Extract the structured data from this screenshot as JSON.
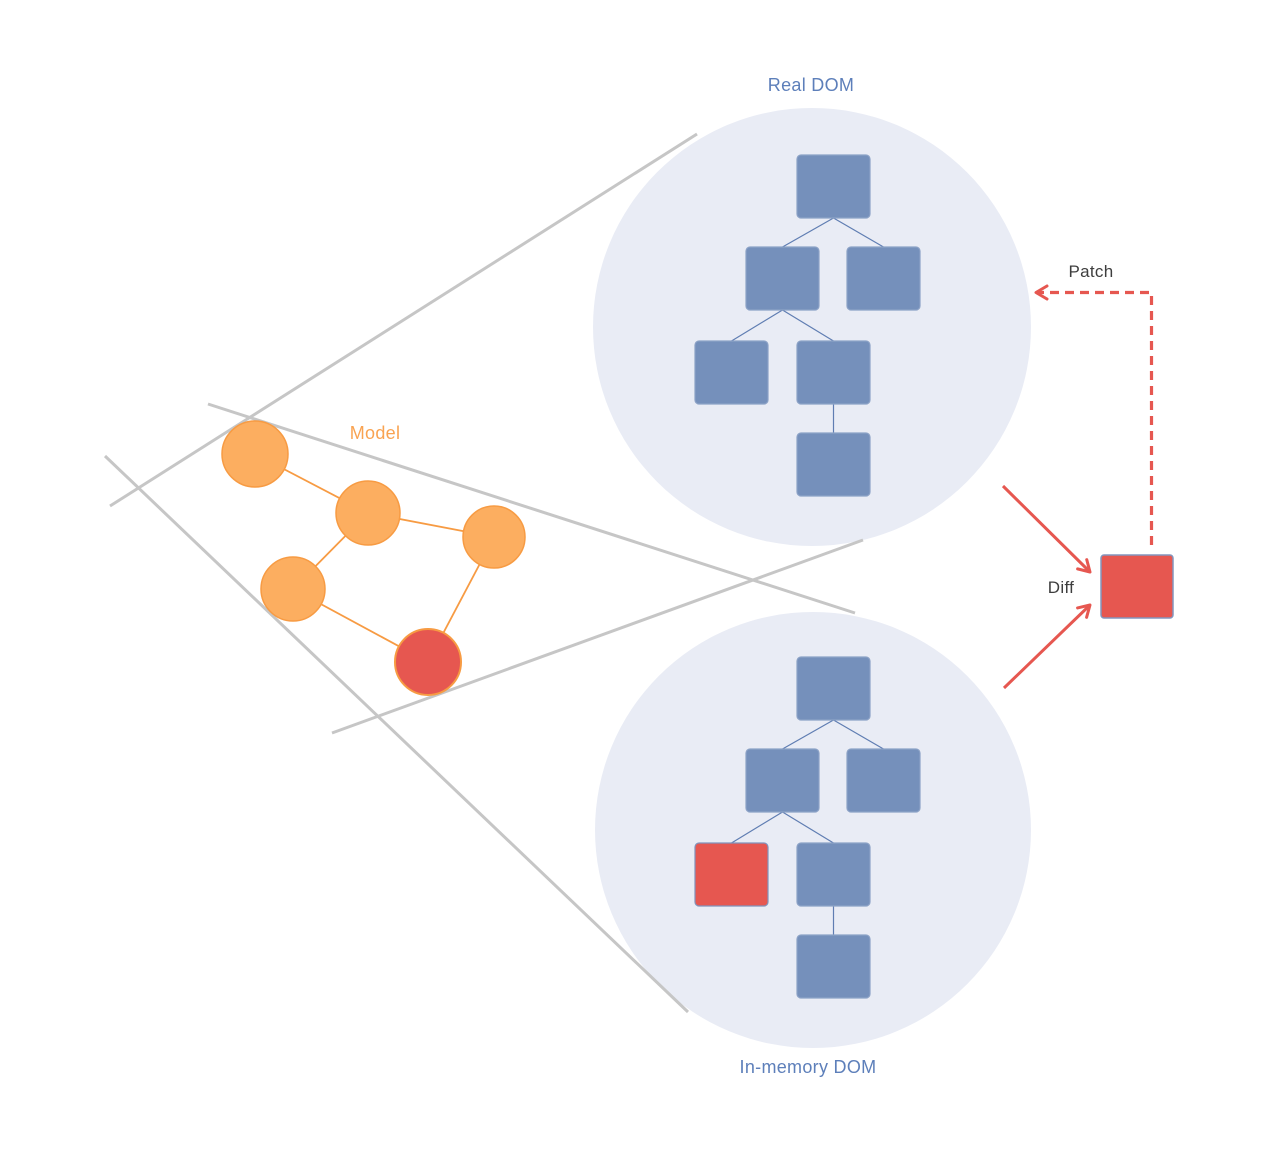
{
  "labels": {
    "real_dom": "Real DOM",
    "in_memory_dom": "In-memory DOM",
    "model": "Model",
    "patch": "Patch",
    "diff": "Diff"
  },
  "colors": {
    "dom-circle-bg": "#e9ecf5",
    "node-blue": "#7590bb",
    "node-blue-border": "#8ca2c6",
    "tree-edge-blue": "#5f7db2",
    "changed-red": "#e65750",
    "red-border": "#8193bb",
    "diff-border": "#8496bd",
    "model-orange": "#fcae60",
    "model-orange-border": "#f79b43",
    "label-blue": "#5d7fba",
    "label-orange": "#f9a351",
    "label-dark": "#3e3e3e",
    "arrow-red": "#e65750",
    "lens-gray": "#c6c6c6"
  },
  "diagram": {
    "real_dom_tree": {
      "nodes": [
        {
          "parent": null
        },
        {
          "parent": 0
        },
        {
          "parent": 0
        },
        {
          "parent": 1
        },
        {
          "parent": 1
        },
        {
          "parent": 4
        }
      ],
      "changed_node_index": null
    },
    "in_memory_dom_tree": {
      "nodes": [
        {
          "parent": null
        },
        {
          "parent": 0
        },
        {
          "parent": 0
        },
        {
          "parent": 1
        },
        {
          "parent": 1
        },
        {
          "parent": 4
        }
      ],
      "changed_node_index": 3
    },
    "model_graph": {
      "node_count": 5,
      "edges": [
        [
          0,
          1
        ],
        [
          1,
          2
        ],
        [
          1,
          3
        ],
        [
          3,
          4
        ],
        [
          2,
          4
        ]
      ],
      "changed_node_index": 4
    },
    "flow": {
      "diff_inputs": [
        "Real DOM",
        "In-memory DOM"
      ],
      "patch_target": "Real DOM"
    }
  }
}
